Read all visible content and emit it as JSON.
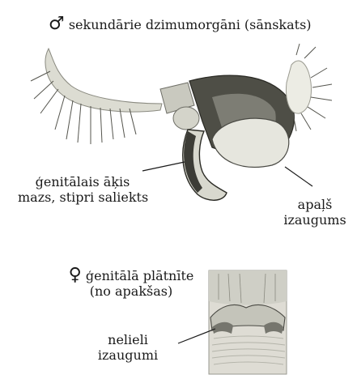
{
  "male": {
    "symbol": "♂",
    "title": "sekundārie dzimumorgāni (sānskats)",
    "label_genital_hook": [
      "ģenitālais āķis",
      "mazs, stipri saliekts"
    ],
    "label_round_outgrowth": [
      "apaļš",
      "izaugums"
    ]
  },
  "female": {
    "symbol": "♀",
    "title": [
      "ģenitālā plātnīte",
      "(no apakšas)"
    ],
    "label_outgrowths": [
      "nelieli",
      "izaugumi"
    ]
  },
  "colors": {
    "text": "#1a1a1a",
    "ink": "#3a3a34",
    "shade": "#bdbdb4",
    "light": "#e4e4dc"
  }
}
